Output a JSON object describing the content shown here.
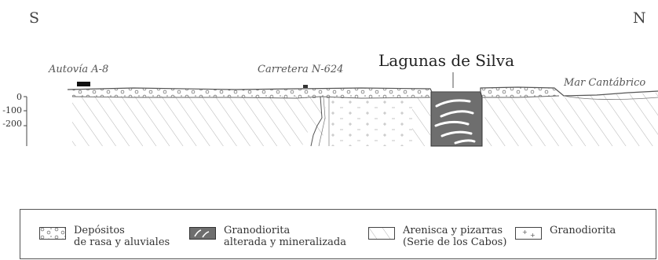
{
  "orientation": {
    "left": "S",
    "right": "N"
  },
  "title": "Lagunas de Silva",
  "places": {
    "autovia": "Autovía A-8",
    "carretera": "Carretera N-624",
    "mar": "Mar Cantábrico"
  },
  "depth_scale": [
    "0",
    "-100",
    "-200"
  ],
  "legend": {
    "items": [
      {
        "line1": "Depósitos",
        "line2": "de rasa y aluviales"
      },
      {
        "line1": "Granodiorita",
        "line2": "alterada y mineralizada"
      },
      {
        "line1": "Arenisca y pizarras",
        "line2": "(Serie de los Cabos)"
      },
      {
        "line1": "Granodiorita",
        "line2": ""
      }
    ]
  },
  "colors": {
    "line": "#555555",
    "altered_granodiorite": "#6e6e6e",
    "hatch": "#9a9a9a"
  }
}
